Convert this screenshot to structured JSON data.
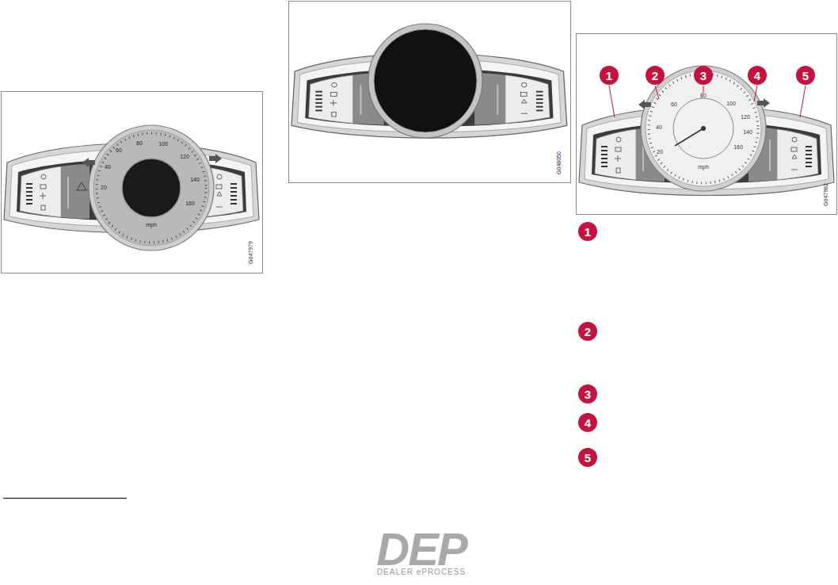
{
  "diagram": {
    "labels": [
      "1",
      "2",
      "3",
      "4",
      "5",
      "1",
      "2",
      "3",
      "4",
      "5",
      "G047979",
      "G048050",
      "G047982",
      "20",
      "40",
      "60",
      "80",
      "100",
      "120",
      "140",
      "160",
      "mph",
      "20",
      "40",
      "60",
      "80",
      "100",
      "120",
      "140",
      "160",
      "mph",
      "DEP",
      "DEALER ePROCESS"
    ]
  }
}
